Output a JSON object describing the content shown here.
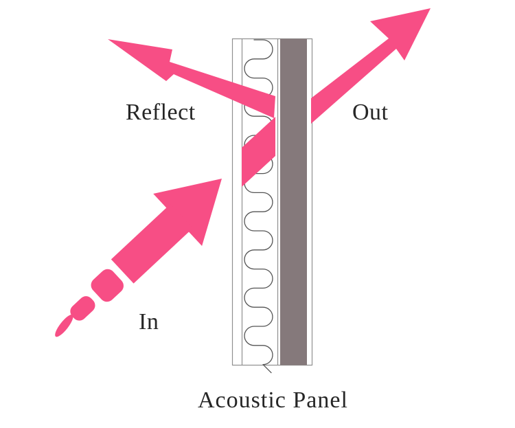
{
  "diagram": {
    "type": "acoustic-panel-sound-path",
    "labels": {
      "reflect": "Reflect",
      "out": "Out",
      "in": "In"
    },
    "caption": "Acoustic Panel",
    "colors": {
      "wave": "#F74E85",
      "panel_core": "#85797B",
      "panel_outline": "#8F8F8F",
      "insulation_line": "#545454",
      "text": "#262626",
      "background": "#FFFFFF"
    }
  }
}
